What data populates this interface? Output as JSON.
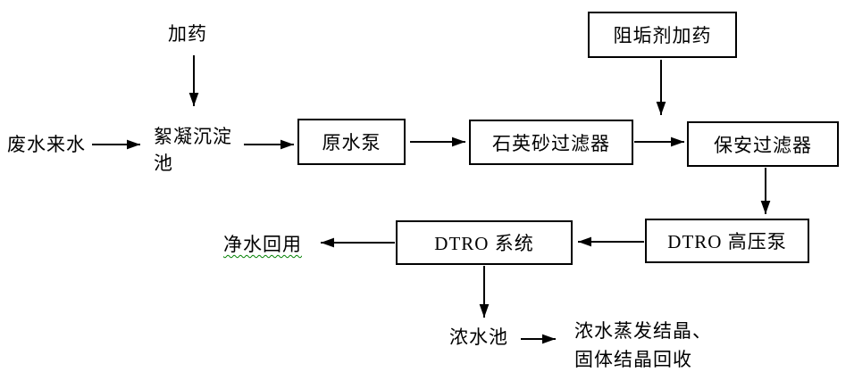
{
  "colors": {
    "ink": "#000000",
    "background": "#ffffff",
    "spellcheck_underline": "#008000"
  },
  "nodes": {
    "dosing": {
      "label": "加药"
    },
    "influent": {
      "label": "废水来水"
    },
    "floc_pool": {
      "lines": [
        "絮凝沉淀",
        "池"
      ]
    },
    "raw_pump": {
      "label": "原水泵"
    },
    "quartz_filter": {
      "label": "石英砂过滤器"
    },
    "antiscalant_dosing": {
      "label": "阻垢剂加药"
    },
    "security_filter": {
      "label": "保安过滤器"
    },
    "dtro_hp_pump": {
      "label": "DTRO 高压泵"
    },
    "dtro_system": {
      "label": "DTRO 系统"
    },
    "clean_water_reuse": {
      "label": "净水回用"
    },
    "conc_water_pool": {
      "label": "浓水池"
    },
    "conc_recovery": {
      "lines": [
        "浓水蒸发结晶、",
        "固体结晶回收"
      ]
    }
  }
}
